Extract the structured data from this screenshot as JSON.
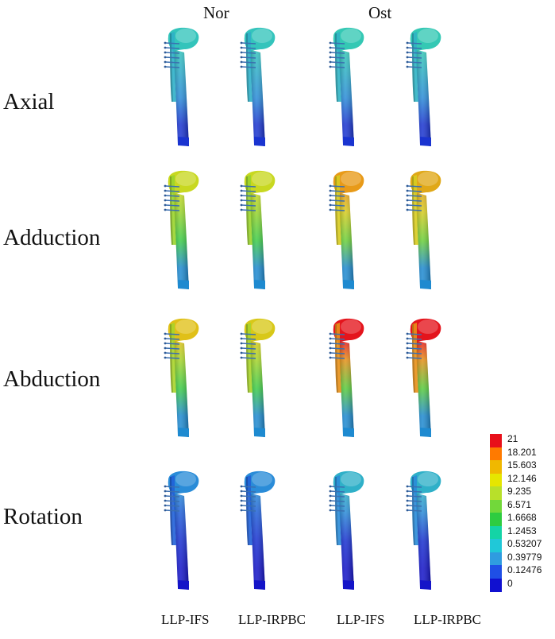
{
  "groups": [
    "Nor",
    "Ost"
  ],
  "rows": [
    "Axial",
    "Adduction",
    "Abduction",
    "Rotation"
  ],
  "columns": [
    "LLP-IFS",
    "LLP-IRPBC",
    "LLP-IFS",
    "LLP-IRPBC"
  ],
  "legend": {
    "ticks": [
      "21",
      "18.201",
      "15.603",
      "12.146",
      "9.235",
      "6.571",
      "1.6668",
      "1.2453",
      "0.53207",
      "0.39779",
      "0.12476",
      "0"
    ],
    "colors": [
      "#e8101a",
      "#ff7a00",
      "#f0b800",
      "#e6e600",
      "#b8e02a",
      "#72d83a",
      "#2ecc40",
      "#14d4a6",
      "#20c8d8",
      "#2f9ce0",
      "#1f4fe6",
      "#1010d0"
    ]
  },
  "bone_colors": [
    [
      [
        "#33c4bb",
        "#2fb0c8",
        "#2a8cd8",
        "#1a34d0"
      ],
      [
        "#34c4bc",
        "#30b0c8",
        "#2a8cd8",
        "#1a34d0"
      ],
      [
        "#34c8b4",
        "#30b4c4",
        "#2a8cd8",
        "#1a34d0"
      ],
      [
        "#34c8b4",
        "#30b4c4",
        "#2a8cd8",
        "#1a34d0"
      ]
    ],
    [
      [
        "#c8d820",
        "#9ad42c",
        "#3ccc48",
        "#1e8ad0"
      ],
      [
        "#c8d820",
        "#9ad42c",
        "#3ccc48",
        "#1e8ad0"
      ],
      [
        "#e89a18",
        "#d8cc20",
        "#6ad03a",
        "#1e8ad0"
      ],
      [
        "#e0a818",
        "#d8cc20",
        "#6ad03a",
        "#1e8ad0"
      ]
    ],
    [
      [
        "#e0c018",
        "#a8d42a",
        "#3ccc48",
        "#1e8ad0"
      ],
      [
        "#d8c818",
        "#a8d42a",
        "#3ccc48",
        "#1e8ad0"
      ],
      [
        "#e4141c",
        "#e89018",
        "#58cc3c",
        "#1e8ad0"
      ],
      [
        "#e4141c",
        "#e89018",
        "#58cc3c",
        "#1e8ad0"
      ]
    ],
    [
      [
        "#2a8cd8",
        "#2060d8",
        "#1830d0",
        "#1414c8"
      ],
      [
        "#2a8cd8",
        "#2060d8",
        "#1830d0",
        "#1414c8"
      ],
      [
        "#2fb0c8",
        "#2a8cd8",
        "#1830d0",
        "#1414c8"
      ],
      [
        "#2fb0c8",
        "#2a8cd8",
        "#1830d0",
        "#1414c8"
      ]
    ]
  ]
}
